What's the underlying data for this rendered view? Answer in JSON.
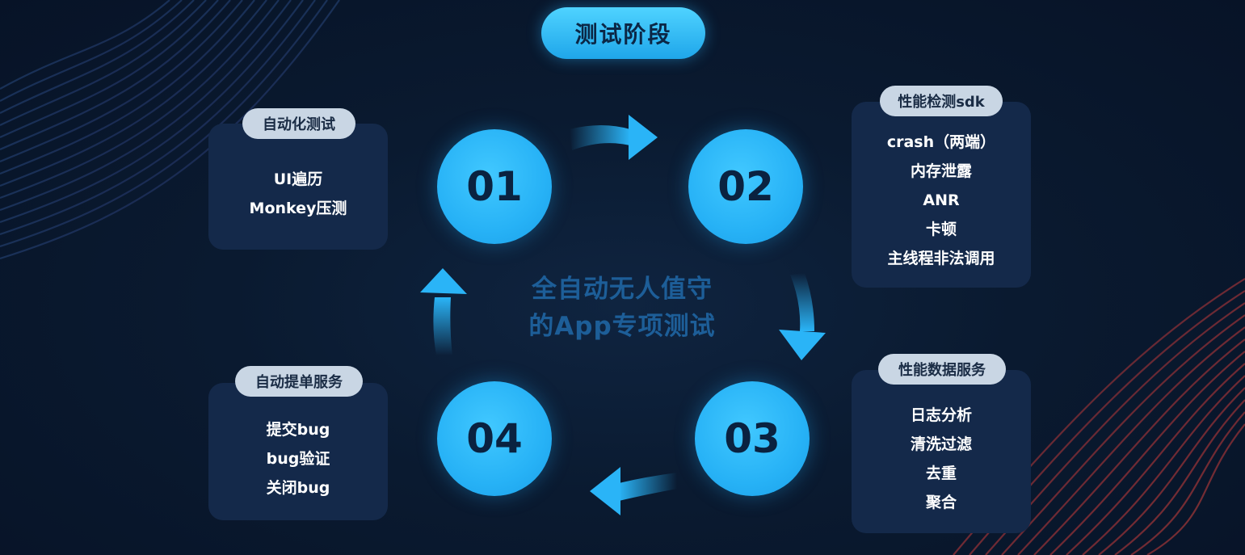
{
  "title": "测试阶段",
  "center_text": {
    "line1": "全自动无人值守",
    "line2": "的App专项测试"
  },
  "steps": [
    {
      "number": "01",
      "tag": "自动化测试",
      "items": [
        "UI遍历",
        "Monkey压测"
      ]
    },
    {
      "number": "02",
      "tag": "性能检测sdk",
      "items": [
        "crash（两端）",
        "内存泄露",
        "ANR",
        "卡顿",
        "主线程非法调用"
      ]
    },
    {
      "number": "03",
      "tag": "性能数据服务",
      "items": [
        "日志分析",
        "清洗过滤",
        "去重",
        "聚合"
      ]
    },
    {
      "number": "04",
      "tag": "自动提单服务",
      "items": [
        "提交bug",
        "bug验证",
        "关闭bug"
      ]
    }
  ],
  "colors": {
    "background": "#0a1a30",
    "accent": "#2ab4f7",
    "card": "#14294a",
    "tag": "#c9d6e4",
    "center_text": "#1d5e98",
    "number_text": "#0a2240"
  }
}
